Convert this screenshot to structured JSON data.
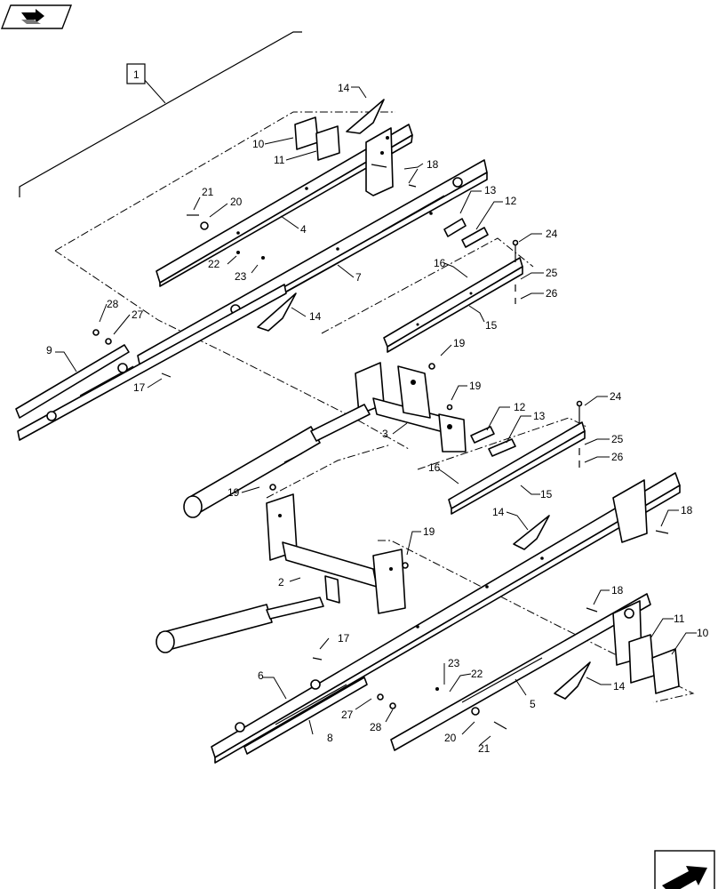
{
  "icons": {
    "top_left": "book-arrow-icon",
    "bottom_right": "next-page-arrow-icon"
  },
  "assembly_label": "1",
  "callouts": [
    {
      "id": "c14a",
      "text": "14"
    },
    {
      "id": "c10a",
      "text": "10"
    },
    {
      "id": "c11a",
      "text": "11"
    },
    {
      "id": "c18a",
      "text": "18"
    },
    {
      "id": "c21a",
      "text": "21"
    },
    {
      "id": "c20a",
      "text": "20"
    },
    {
      "id": "c13a",
      "text": "13"
    },
    {
      "id": "c12a",
      "text": "12"
    },
    {
      "id": "c4",
      "text": "4"
    },
    {
      "id": "c24a",
      "text": "24"
    },
    {
      "id": "c22a",
      "text": "22"
    },
    {
      "id": "c23a",
      "text": "23"
    },
    {
      "id": "c7",
      "text": "7"
    },
    {
      "id": "c16a",
      "text": "16"
    },
    {
      "id": "c25a",
      "text": "25"
    },
    {
      "id": "c26a",
      "text": "26"
    },
    {
      "id": "c28a",
      "text": "28"
    },
    {
      "id": "c27a",
      "text": "27"
    },
    {
      "id": "c14b",
      "text": "14"
    },
    {
      "id": "c15a",
      "text": "15"
    },
    {
      "id": "c9",
      "text": "9"
    },
    {
      "id": "c19a",
      "text": "19"
    },
    {
      "id": "c17a",
      "text": "17"
    },
    {
      "id": "c19b",
      "text": "19"
    },
    {
      "id": "c3",
      "text": "3"
    },
    {
      "id": "c12b",
      "text": "12"
    },
    {
      "id": "c13b",
      "text": "13"
    },
    {
      "id": "c24b",
      "text": "24"
    },
    {
      "id": "c25b",
      "text": "25"
    },
    {
      "id": "c26b",
      "text": "26"
    },
    {
      "id": "c16b",
      "text": "16"
    },
    {
      "id": "c15b",
      "text": "15"
    },
    {
      "id": "c19c",
      "text": "19"
    },
    {
      "id": "c14c",
      "text": "14"
    },
    {
      "id": "c18b",
      "text": "18"
    },
    {
      "id": "c19d",
      "text": "19"
    },
    {
      "id": "c2",
      "text": "2"
    },
    {
      "id": "c18c",
      "text": "18"
    },
    {
      "id": "c11b",
      "text": "11"
    },
    {
      "id": "c10b",
      "text": "10"
    },
    {
      "id": "c17b",
      "text": "17"
    },
    {
      "id": "c6",
      "text": "6"
    },
    {
      "id": "c23b",
      "text": "23"
    },
    {
      "id": "c22b",
      "text": "22"
    },
    {
      "id": "c5",
      "text": "5"
    },
    {
      "id": "c14d",
      "text": "14"
    },
    {
      "id": "c27b",
      "text": "27"
    },
    {
      "id": "c28b",
      "text": "28"
    },
    {
      "id": "c8",
      "text": "8"
    },
    {
      "id": "c20b",
      "text": "20"
    },
    {
      "id": "c21b",
      "text": "21"
    }
  ]
}
